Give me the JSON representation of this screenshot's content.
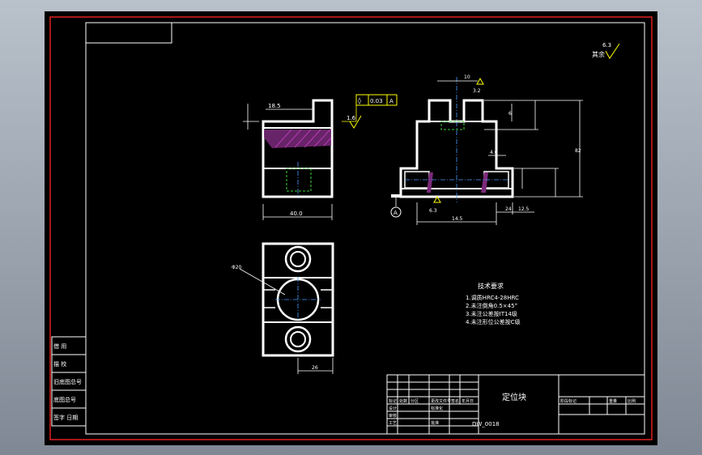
{
  "drawing": {
    "part_name": "定位块",
    "roughness_note": {
      "value": "6.3",
      "label": "其余"
    },
    "tech_requirements": {
      "title": "技术要求",
      "items": [
        "1.调质HRC4-28HRC",
        "2.未注倒角0.5×45°",
        "3.未注公差按IT14级",
        "4.未注形位公差按C级"
      ]
    },
    "dimensions": {
      "front_top_width": "18.5",
      "front_bottom_width": "40.0",
      "side_top_tol": "10",
      "side_roughness": "3.2",
      "side_dim_6": "6",
      "side_width_a": "4.0",
      "side_width_b": "14.5",
      "side_bottom_a": "24",
      "side_bottom_b": "12.5",
      "side_overall": "82",
      "top_view_hole": "Φ20",
      "top_view_bottom": "26",
      "flatness_symbol": "◊",
      "flatness_value": "0.03",
      "flatness_datum": "A",
      "front_roughness": "1.6",
      "datum_label": "A",
      "side_roughness_bottom": "6.3"
    },
    "left_table": {
      "rows": [
        "借 用",
        "描 校",
        "旧底图总号",
        "底图总号",
        "签字 日期"
      ]
    },
    "title_block": {
      "drawing_no": "DW_0018",
      "cells": [
        "标记",
        "处数",
        "分区",
        "更改文件号",
        "签名",
        "年月日",
        "设计",
        "标准化",
        "审核",
        "工艺",
        "批准",
        "阶段标记",
        "重量",
        "比例"
      ]
    }
  }
}
